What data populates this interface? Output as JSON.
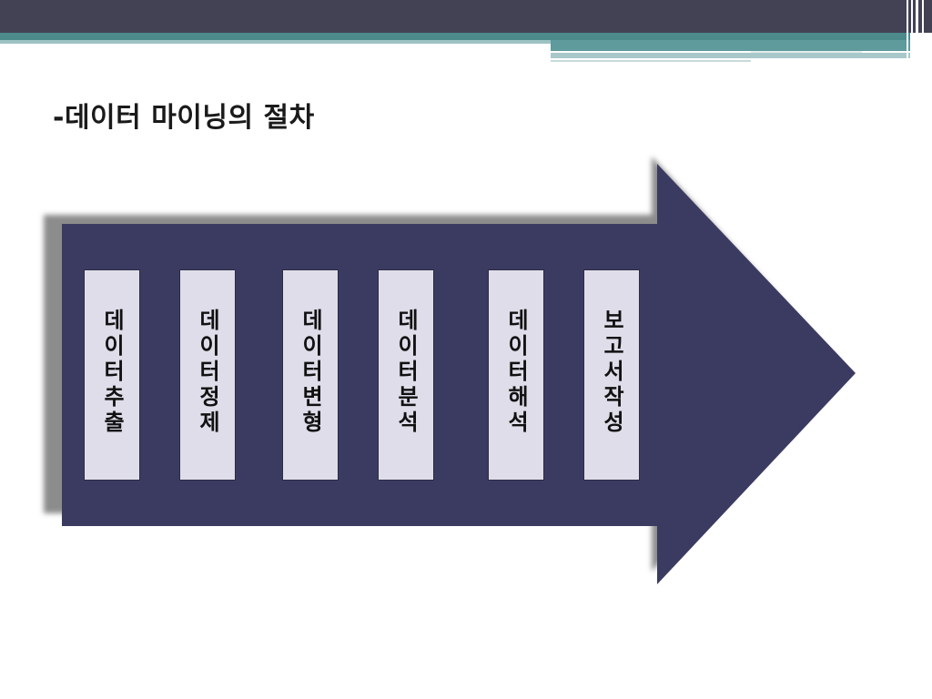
{
  "slide": {
    "title": "-데이터 마이닝의 절차"
  },
  "process": {
    "steps": [
      {
        "label": "데이터추출"
      },
      {
        "label": "데이터정제"
      },
      {
        "label": "데이터변형"
      },
      {
        "label": "데이터분석"
      },
      {
        "label": "데이터해석"
      },
      {
        "label": "보고서작성"
      }
    ]
  },
  "colors": {
    "arrow": "#3b3b62",
    "step_fill": "#dedde9",
    "header_dark": "#424254",
    "header_teal": "#4d8a8c"
  }
}
